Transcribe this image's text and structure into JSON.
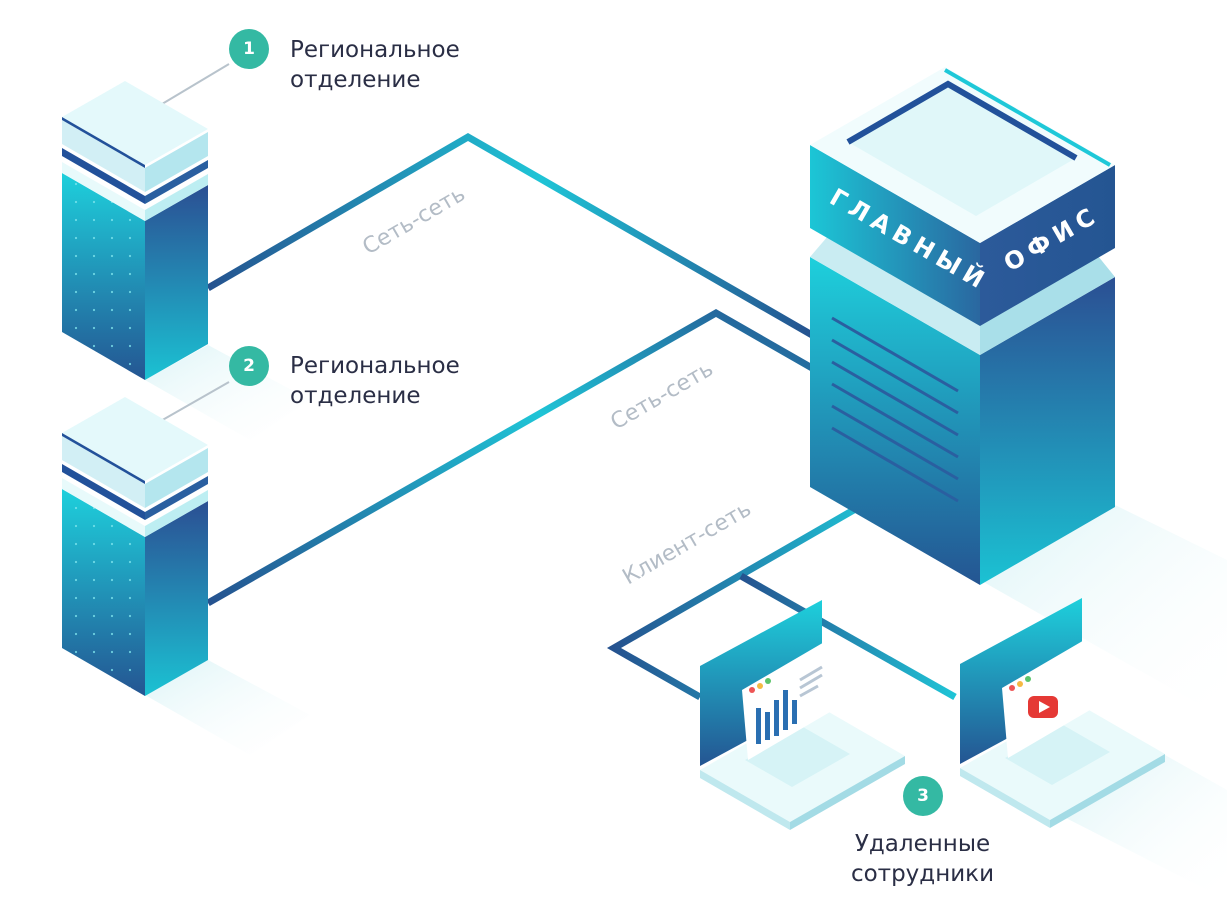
{
  "nodes": {
    "branch_1": {
      "number": "1",
      "line1": "Региональное",
      "line2": "отделение"
    },
    "branch_2": {
      "number": "2",
      "line1": "Региональное",
      "line2": "отделение"
    },
    "remote": {
      "number": "3",
      "line1": "Удаленные",
      "line2": "сотрудники"
    },
    "head_office": {
      "word1": "ГЛАВНЫЙ",
      "word2": "ОФИС"
    }
  },
  "links": {
    "site_to_site_1": "Сеть-сеть",
    "site_to_site_2": "Сеть-сеть",
    "client_to_site": "Клиент-сеть"
  },
  "colors": {
    "accent": "#34b9a3",
    "cyan": "#1ec8d8",
    "navy": "#26508f",
    "text": "#2a2e45",
    "label_gray": "#b3bcc6"
  }
}
